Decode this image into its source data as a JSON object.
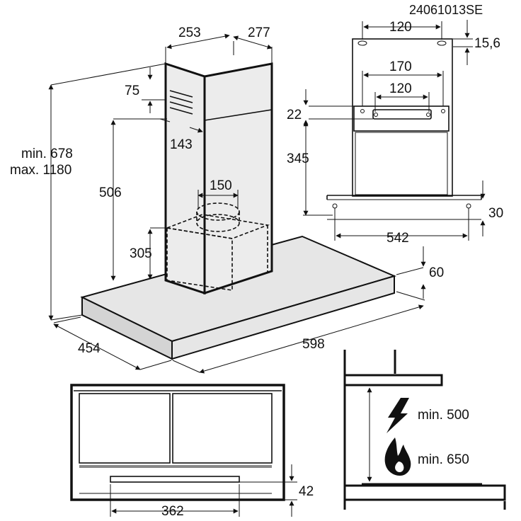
{
  "doc_code": "24061013SE",
  "main_view": {
    "chimney_width": "253",
    "chimney_depth": "277",
    "vent_offset": "75",
    "vent_height": "143",
    "height_range_min": "min. 678",
    "height_range_max": "max. 1180",
    "bracket_height": "506",
    "duct_diameter": "150",
    "inner_chimney_height": "305",
    "hood_thickness": "60",
    "hood_depth": "454",
    "hood_width": "598"
  },
  "bracket_view": {
    "top_holes_spacing": "120",
    "top_offset": "15,6",
    "bracket_outer": "170",
    "bracket_inner": "120",
    "bracket_offset": "22",
    "bracket_to_hood": "345",
    "hood_edge": "30",
    "hood_holes_spacing": "542"
  },
  "bottom_view": {
    "filter_width": "362",
    "filter_offset": "42"
  },
  "clearance_view": {
    "electric_label": "min. 500",
    "gas_label": "min. 650",
    "electric_icon": "lightning-bolt-icon",
    "gas_icon": "flame-icon"
  }
}
